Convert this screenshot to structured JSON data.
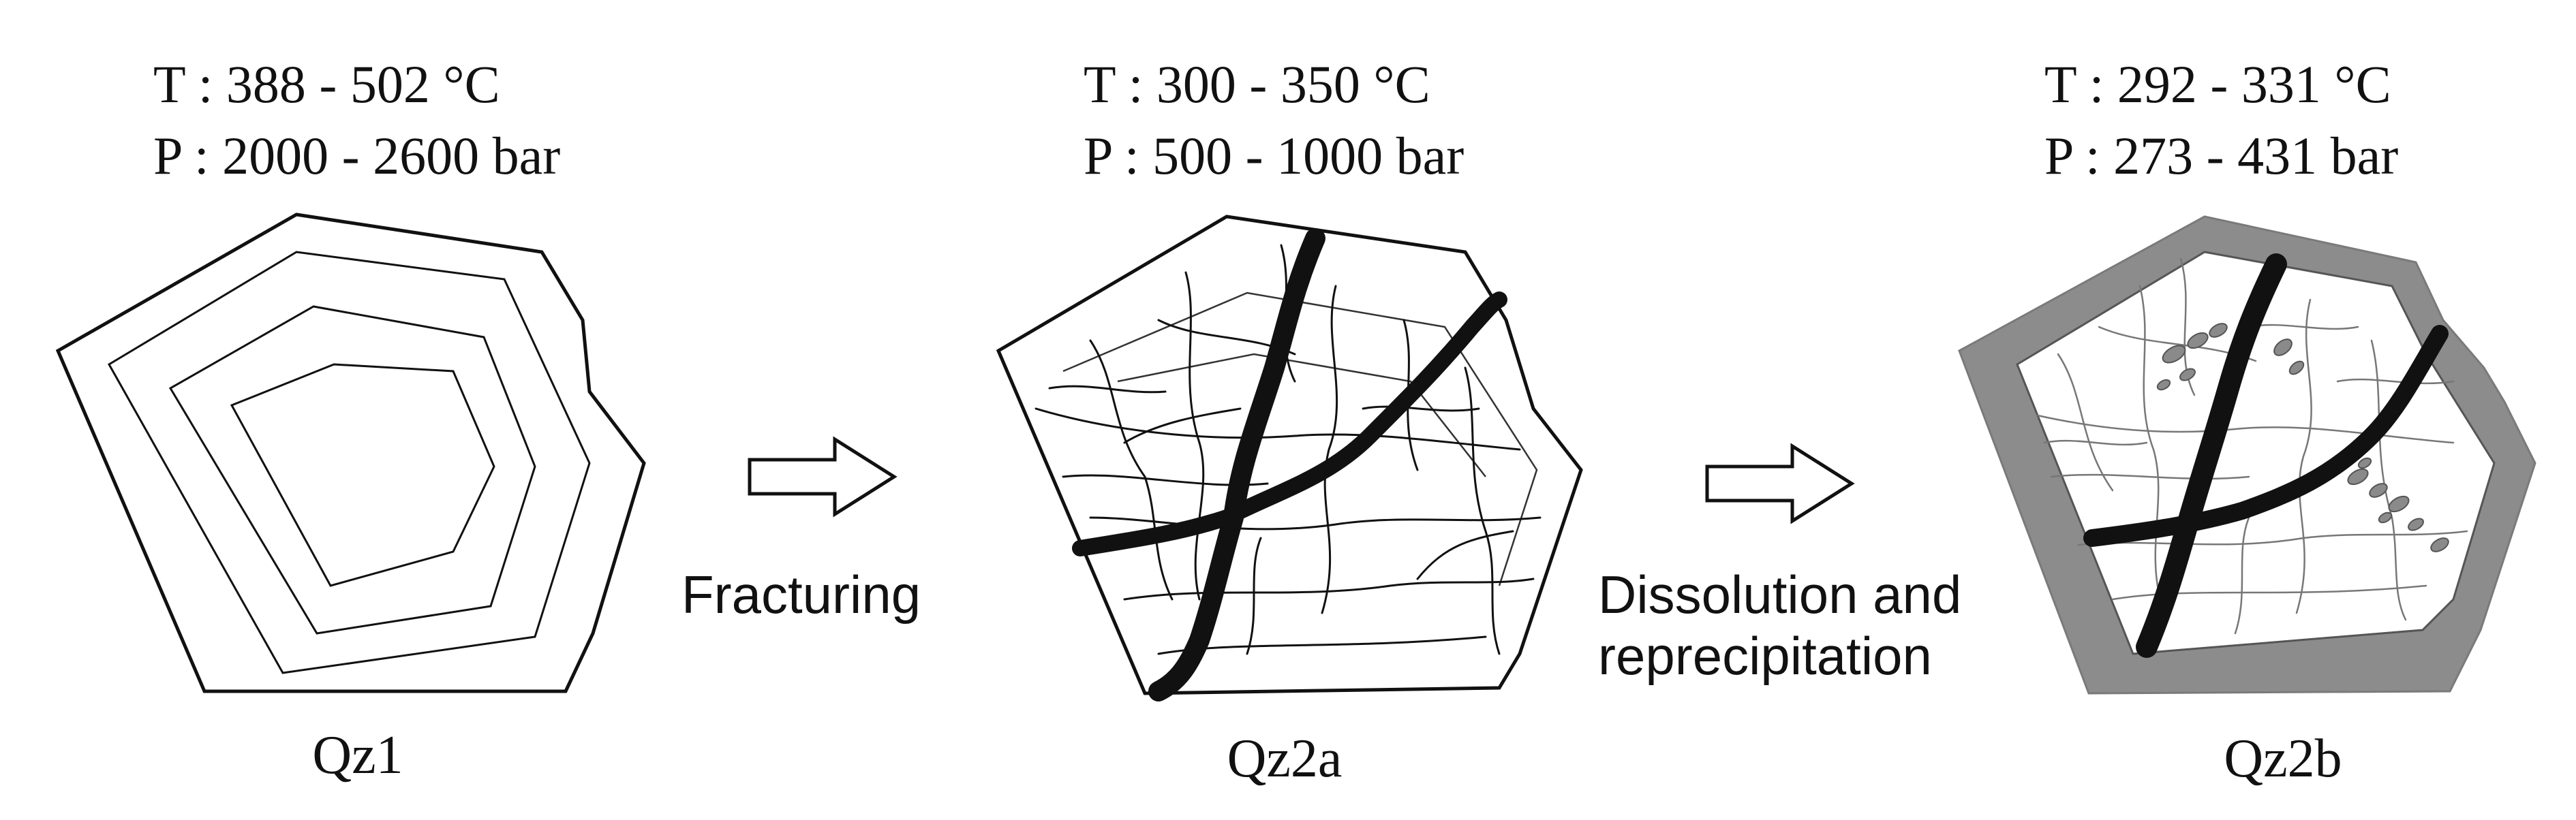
{
  "stages": [
    {
      "id": "qz1",
      "temperature": "T : 388 - 502 °C",
      "pressure": "P : 2000 - 2600 bar",
      "label": "Qz1"
    },
    {
      "id": "qz2a",
      "temperature": "T : 300 - 350 °C",
      "pressure": "P : 500 - 1000 bar",
      "label": "Qz2a"
    },
    {
      "id": "qz2b",
      "temperature": "T : 292 - 331 °C",
      "pressure": "P : 273 - 431 bar",
      "label": "Qz2b"
    }
  ],
  "processes": [
    {
      "lines": [
        "Fracturing"
      ]
    },
    {
      "lines": [
        "Dissolution and",
        "reprecipitation"
      ]
    }
  ],
  "colors": {
    "outline": "#111111",
    "vein": "#111111",
    "overgrowth_rim": "#8c8c8c",
    "inclusion_fill": "#8a8a8a"
  },
  "icons": [
    "right-arrow-icon",
    "right-arrow-icon"
  ]
}
